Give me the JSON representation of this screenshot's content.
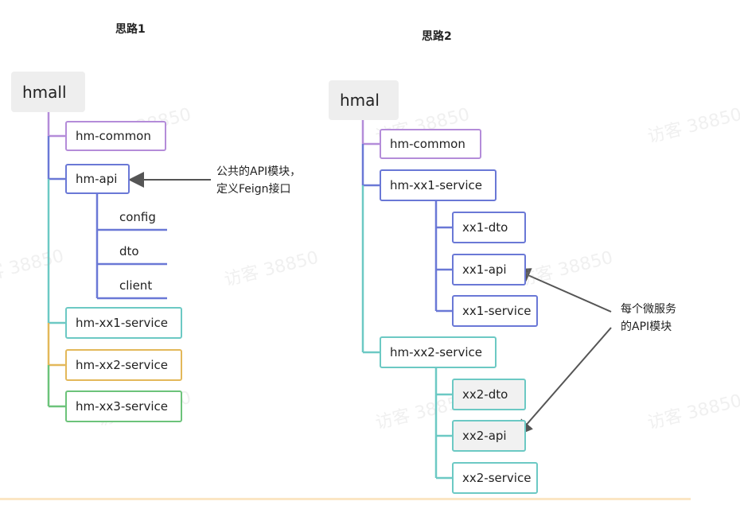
{
  "left": {
    "title": "思路1",
    "root": "hmall",
    "nodes": {
      "common": "hm-common",
      "api": "hm-api",
      "config": "config",
      "dto": "dto",
      "client": "client",
      "xx1": "hm-xx1-service",
      "xx2": "hm-xx2-service",
      "xx3": "hm-xx3-service"
    },
    "annotation": "公共的API模块，\n定义Feign接口"
  },
  "right": {
    "title": "思路2",
    "root": "hmal",
    "nodes": {
      "common": "hm-common",
      "xx1_service": "hm-xx1-service",
      "xx1_dto": "xx1-dto",
      "xx1_api": "xx1-api",
      "xx1_service_sub": "xx1-service",
      "xx2_service": "hm-xx2-service",
      "xx2_dto": "xx2-dto",
      "xx2_api": "xx2-api",
      "xx2_service_sub": "xx2-service"
    },
    "annotation": "每个微服务\n的API模块"
  },
  "watermark": "访客 38850",
  "colors": {
    "purple": "#b48cd9",
    "blue": "#6a78d6",
    "teal": "#6cc9c4",
    "gold": "#e3b85a",
    "green": "#6cc37a",
    "arrow": "#555555"
  }
}
